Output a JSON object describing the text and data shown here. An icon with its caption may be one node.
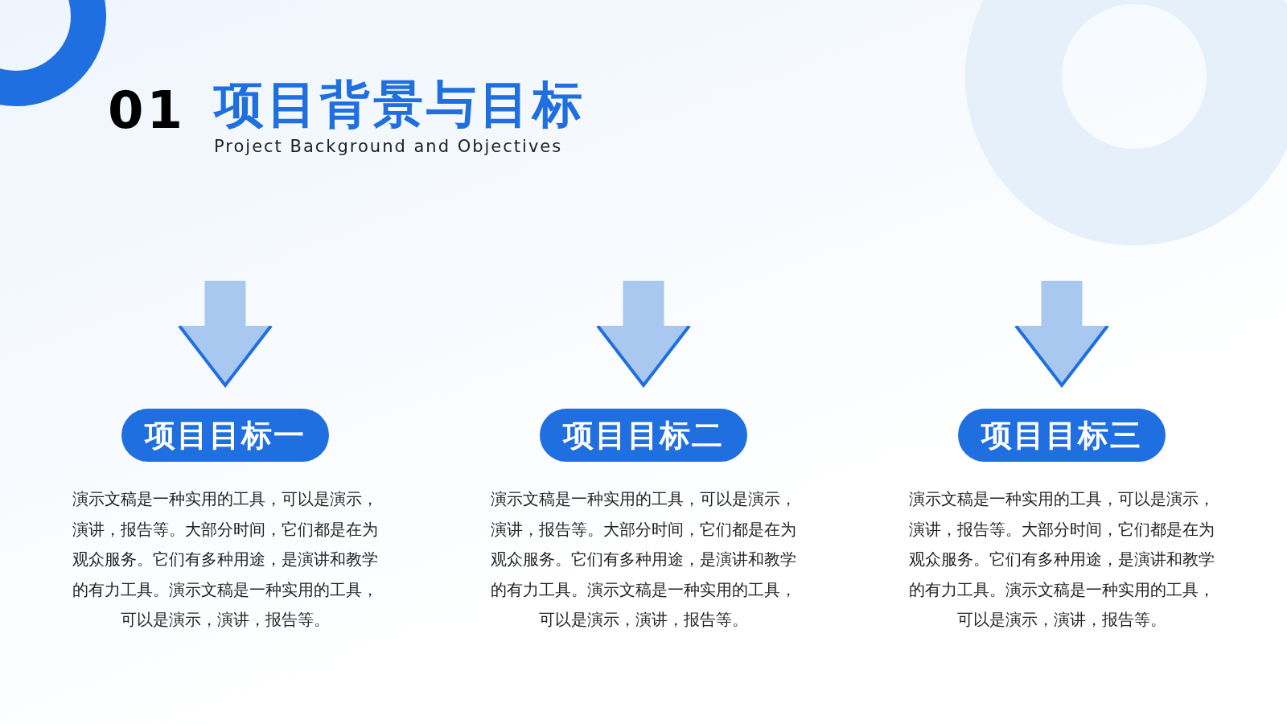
{
  "diagram": {
    "title": "项目背景与目标",
    "nodes": [
      {
        "text": [
          "项目目标一"
        ],
        "beside": [
          "演示文稿是一种实用的工具，可以是演示，演讲，报告等。大部分时间，它们都是在为观众服务。它们有多种用途，是演讲和教学的有力工具。演示文稿是一种实用的工具，可以是演示，演讲，报告等。"
        ]
      },
      {
        "text": [
          "项目目标二"
        ],
        "beside": [
          "演示文稿是一种实用的工具，可以是演示，演讲，报告等。大部分时间，它们都是在为观众服务。它们有多种用途，是演讲和教学的有力工具。演示文稿是一种实用的工具，可以是演示，演讲，报告等。"
        ]
      },
      {
        "text": [
          "项目目标三"
        ],
        "beside": [
          "演示文稿是一种实用的工具，可以是演示，演讲，报告等。大部分时间，它们都是在为观众服务。它们有多种用途，是演讲和教学的有力工具。演示文稿是一种实用的工具，可以是演示，演讲，报告等。"
        ]
      }
    ],
    "edges": [
      {
        "from": null,
        "to": 0,
        "arrow": "to"
      },
      {
        "from": null,
        "to": 1,
        "arrow": "to"
      },
      {
        "from": null,
        "to": 2,
        "arrow": "to"
      }
    ],
    "labels": [
      "01",
      "Project Background and Objectives"
    ]
  }
}
